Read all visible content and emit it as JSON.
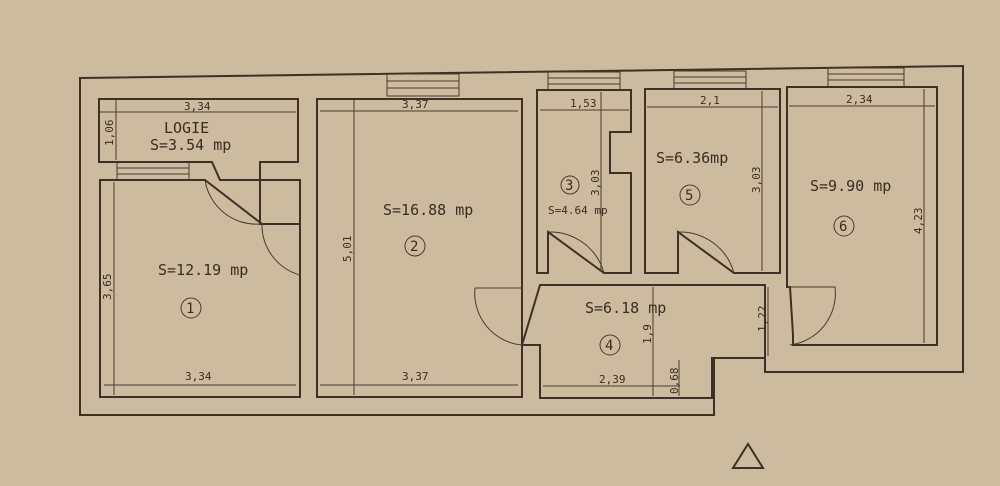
{
  "plan": {
    "paper_color": "#cdbb9f",
    "line_color": "#3e3024",
    "rooms": [
      {
        "id": "logie",
        "name": "LOGIE",
        "area": "S=3.54 mp",
        "width": "3,34",
        "height": "1,06"
      },
      {
        "id": "1",
        "number": "1",
        "area": "S=12.19 mp",
        "width": "3,34",
        "height": "3,65"
      },
      {
        "id": "2",
        "number": "2",
        "area": "S=16.88 mp",
        "width_top": "3,37",
        "width_bottom": "3,37",
        "height": "5,01"
      },
      {
        "id": "3",
        "number": "3",
        "area": "S=4.64 mp",
        "width": "1,53",
        "height": "3,03"
      },
      {
        "id": "4",
        "number": "4",
        "area": "S=6.18 mp",
        "width": "2,39",
        "height": "1,9",
        "step": "0,68"
      },
      {
        "id": "5",
        "number": "5",
        "area": "S=6.36mp",
        "width": "2,1",
        "height": "3,03"
      },
      {
        "id": "6",
        "number": "6",
        "area": "S=9.90 mp",
        "width": "2,34",
        "height": "4,23",
        "entry": "1,22"
      }
    ],
    "north_marker": "triangle"
  }
}
